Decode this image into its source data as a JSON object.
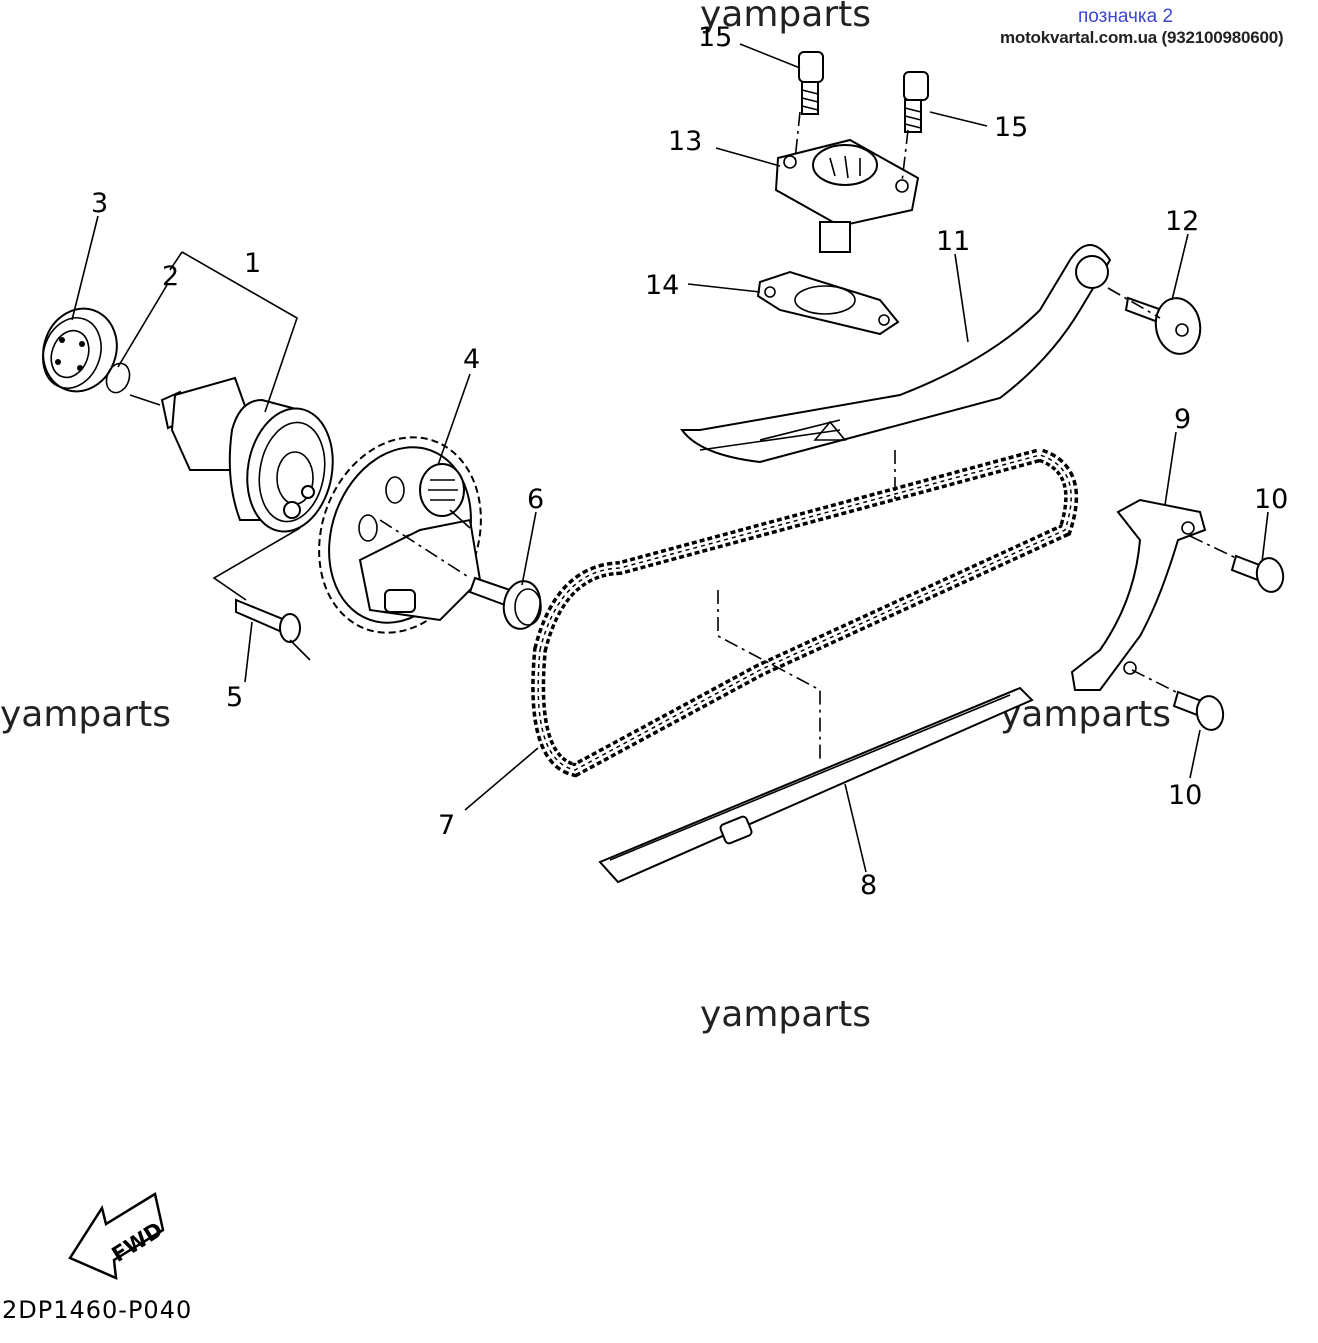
{
  "header": {
    "label_mark": "позначка 2",
    "shop_line": "motokvartal.com.ua (932100980600)"
  },
  "watermarks": [
    "yamparts",
    "yamparts",
    "yamparts",
    "yamparts"
  ],
  "callouts": [
    "1",
    "2",
    "3",
    "4",
    "5",
    "6",
    "7",
    "8",
    "9",
    "10",
    "10",
    "11",
    "12",
    "13",
    "14",
    "15",
    "15"
  ],
  "fwd_label": "FWD",
  "diagram_code": "2DP1460-P040"
}
